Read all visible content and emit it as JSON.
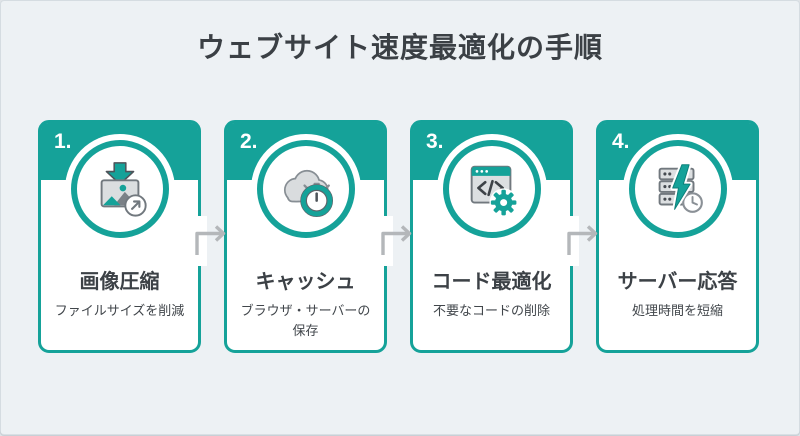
{
  "title": "ウェブサイト速度最適化の手順",
  "colors": {
    "accent_teal": "#15A299",
    "page_background": "#EDF1F4",
    "card_background": "#FFFFFF",
    "arrow_gray": "#B4B7BA",
    "title_text": "#3B4045"
  },
  "steps": [
    {
      "number": "1.",
      "title": "画像圧縮",
      "subtitle": "ファイルサイズを削減",
      "icon": "image-compression-icon"
    },
    {
      "number": "2.",
      "title": "キャッシュ",
      "subtitle": "ブラウザ・サーバーの\n保存",
      "icon": "cloud-cache-timer-icon"
    },
    {
      "number": "3.",
      "title": "コード最適化",
      "subtitle": "不要なコードの削除",
      "icon": "code-optimization-gear-icon"
    },
    {
      "number": "4.",
      "title": "サーバー応答",
      "subtitle": "処理時間を短縮",
      "icon": "server-response-bolt-icon"
    }
  ]
}
